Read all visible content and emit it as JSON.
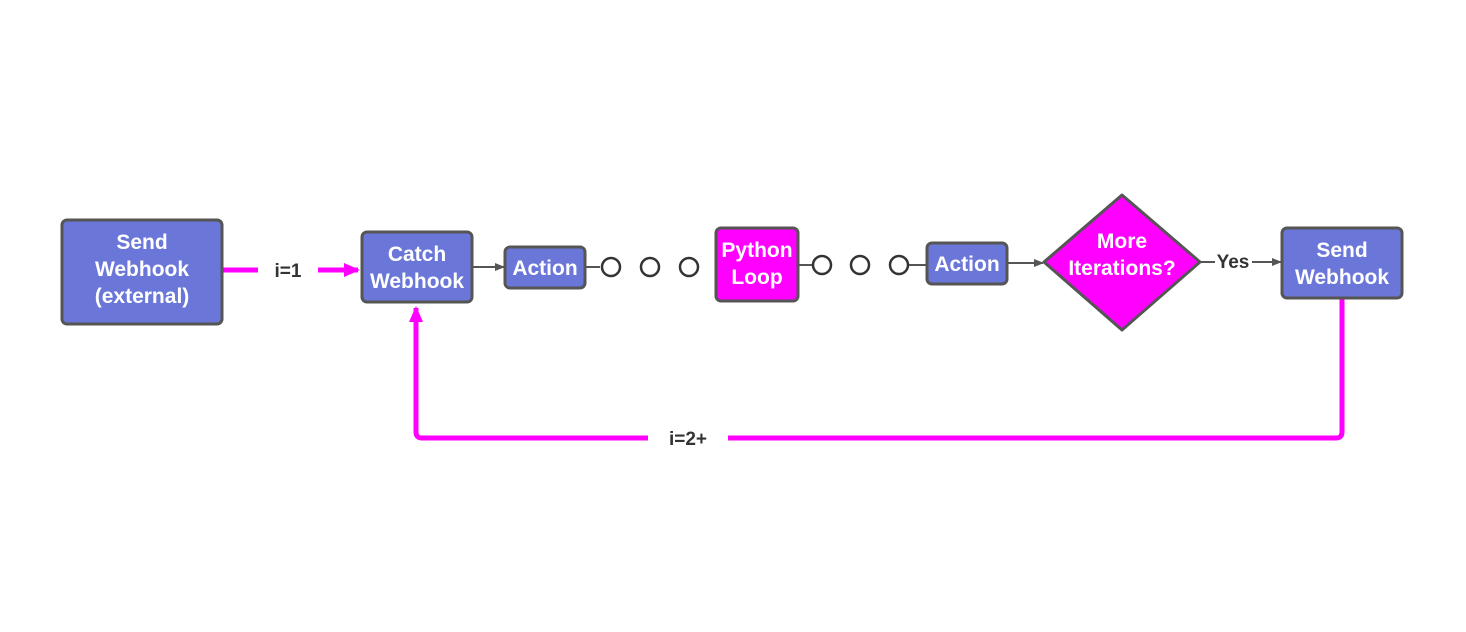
{
  "colors": {
    "process": "#6b77d8",
    "highlight": "#ff00ff",
    "border": "#555555",
    "connector": "#555555"
  },
  "nodes": {
    "send_external": {
      "lines": [
        "Send",
        "Webhook",
        "(external)"
      ]
    },
    "catch_webhook": {
      "lines": [
        "Catch",
        "Webhook"
      ]
    },
    "action_1": {
      "lines": [
        "Action"
      ]
    },
    "python_loop": {
      "lines": [
        "Python",
        "Loop"
      ]
    },
    "action_2": {
      "lines": [
        "Action"
      ]
    },
    "more_iterations": {
      "lines": [
        "More",
        "Iterations?"
      ]
    },
    "send_webhook": {
      "lines": [
        "Send",
        "Webhook"
      ]
    }
  },
  "edges": {
    "first_label": "i=1",
    "yes_label": "Yes",
    "loop_label": "i=2+"
  }
}
